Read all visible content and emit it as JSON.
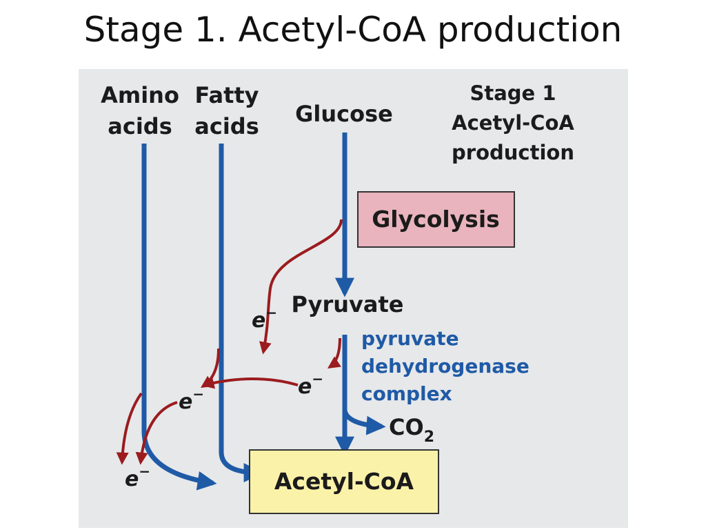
{
  "slide": {
    "title": "Stage 1. Acetyl-CoA production"
  },
  "diagram": {
    "colors": {
      "panel": "#e6e8ea",
      "blue": "#1f5aa6",
      "red": "#9b1b1e",
      "glycolysis_fill": "#e9b4bd",
      "acetyl_fill": "#fbf2a9",
      "box_border": "#333333",
      "enzyme_text": "#1f5aa6"
    },
    "inputs": {
      "amino": [
        "Amino",
        "acids"
      ],
      "fatty": [
        "Fatty",
        "acids"
      ],
      "glucose": "Glucose"
    },
    "stage_label": [
      "Stage 1",
      "Acetyl-CoA",
      "production"
    ],
    "glycolysis": "Glycolysis",
    "pyruvate": "Pyruvate",
    "enzyme": [
      "pyruvate",
      "dehydrogenase",
      "complex"
    ],
    "co2": "CO",
    "co2_sub": "2",
    "acetyl": "Acetyl-CoA",
    "electron": {
      "base": "e",
      "sup": "−"
    }
  }
}
